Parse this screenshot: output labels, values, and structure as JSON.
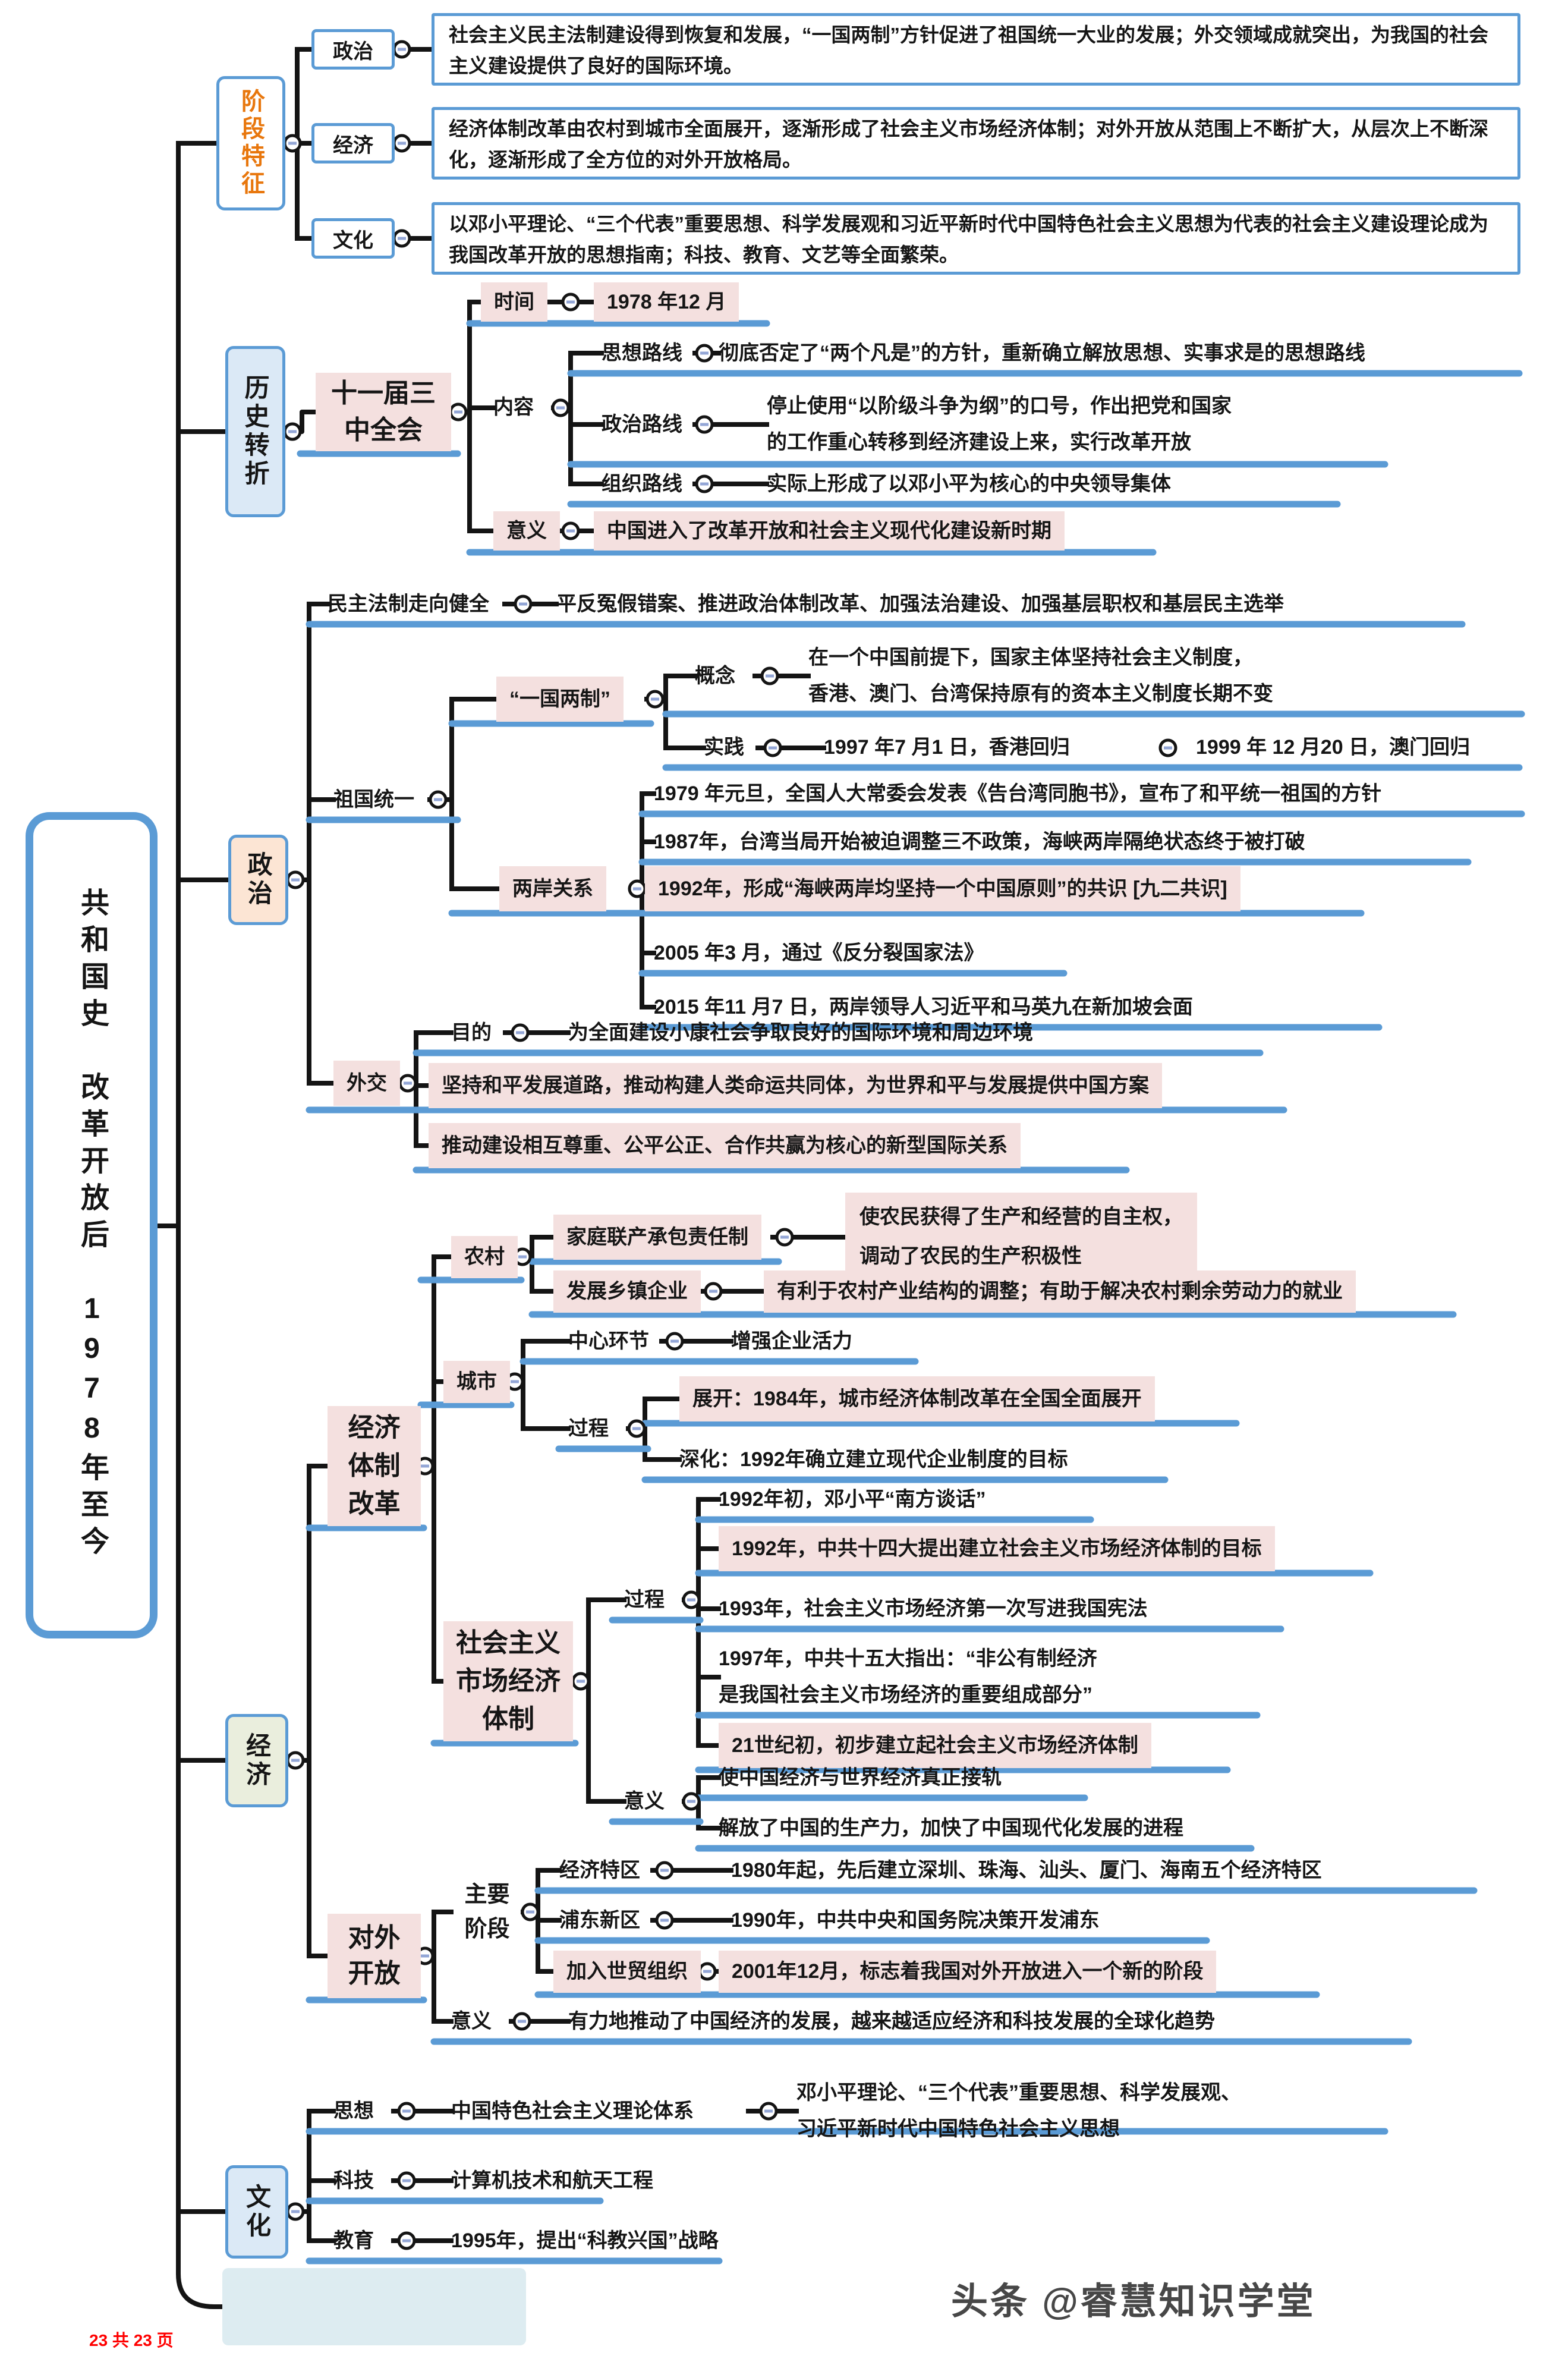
{
  "root_title": "共和国史　改革开放后　1978年至今",
  "stage": {
    "label": "阶段特征",
    "children": [
      {
        "label": "政治",
        "text": "社会主义民主法制建设得到恢复和发展，“一国两制”方针促进了祖国统一大业的发展；外交领域成就突出，为我国的社会主义建设提供了良好的国际环境。"
      },
      {
        "label": "经济",
        "text": "经济体制改革由农村到城市全面展开，逐渐形成了社会主义市场经济体制；对外开放从范围上不断扩大，从层次上不断深化，逐渐形成了全方位的对外开放格局。"
      },
      {
        "label": "文化",
        "text": "以邓小平理论、“三个代表”重要思想、科学发展观和习近平新时代中国特色社会主义思想为代表的社会主义建设理论成为我国改革开放的思想指南；科技、教育、文艺等全面繁荣。"
      }
    ]
  },
  "history": {
    "label": "历史转折",
    "plenum": "十一届三中全会",
    "time": {
      "label": "时间",
      "value": "1978 年12 月"
    },
    "content": {
      "label": "内容",
      "items": [
        {
          "label": "思想路线",
          "text": "彻底否定了“两个凡是”的方针，重新确立解放思想、实事求是的思想路线"
        },
        {
          "label": "政治路线",
          "line1": "停止使用“以阶级斗争为纲”的口号，作出把党和国家",
          "line2": "的工作重心转移到经济建设上来，实行改革开放"
        },
        {
          "label": "组织路线",
          "text": "实际上形成了以邓小平为核心的中央领导集体"
        }
      ]
    },
    "meaning": {
      "label": "意义",
      "text": "中国进入了改革开放和社会主义现代化建设新时期"
    }
  },
  "politics": {
    "label": "政治",
    "legal": {
      "label": "民主法制走向健全",
      "text": "平反冤假错案、推进政治体制改革、加强法治建设、加强基层职权和基层民主选举"
    },
    "reunification": {
      "label": "祖国统一",
      "one_country": {
        "label": "“一国两制”",
        "concept": {
          "label": "概念",
          "line1": "在一个中国前提下，国家主体坚持社会主义制度，",
          "line2": "香港、澳门、台湾保持原有的资本主义制度长期不变"
        },
        "practice": {
          "label": "实践",
          "item1": "1997 年7 月1 日，香港回归",
          "item2": "1999 年 12 月20 日，澳门回归"
        }
      },
      "cross_strait": {
        "label": "两岸关系",
        "events": [
          "1979 年元旦，全国人大常委会发表《告台湾同胞书》，宣布了和平统一祖国的方针",
          "1987年，台湾当局开始被迫调整三不政策，海峡两岸隔绝状态终于被打破",
          "1992年，形成“海峡两岸均坚持一个中国原则”的共识 [九二共识]",
          "2005 年3 月，通过《反分裂国家法》",
          "2015 年11 月7 日，两岸领导人习近平和马英九在新加坡会面"
        ]
      }
    },
    "diplomacy": {
      "label": "外交",
      "purpose": {
        "label": "目的",
        "text": "为全面建设小康社会争取良好的国际环境和周边环境"
      },
      "point1": "坚持和平发展道路，推动构建人类命运共同体，为世界和平与发展提供中国方案",
      "point2": "推动建设相互尊重、公平公正、合作共赢为核心的新型国际关系"
    }
  },
  "economy": {
    "label": "经济",
    "reform": {
      "label": "经济体制改革",
      "rural": {
        "label": "农村",
        "household": {
          "label": "家庭联产承包责任制",
          "line1": "使农民获得了生产和经营的自主权，",
          "line2": "调动了农民的生产积极性"
        },
        "township": {
          "label": "发展乡镇企业",
          "text": "有利于农村产业结构的调整；有助于解决农村剩余劳动力的就业"
        }
      },
      "urban": {
        "label": "城市",
        "core": {
          "label": "中心环节",
          "text": "增强企业活力"
        },
        "process": {
          "label": "过程",
          "start": "展开：1984年，城市经济体制改革在全国全面展开",
          "deepen": "深化：1992年确立建立现代企业制度的目标"
        }
      },
      "market": {
        "label": "社会主义市场经济体制",
        "process": {
          "label": "过程",
          "steps": [
            "1992年初，邓小平“南方谈话”",
            "1992年，中共十四大提出建立社会主义市场经济体制的目标",
            "1993年，社会主义市场经济第一次写进我国宪法",
            {
              "line1": "1997年，中共十五大指出：“非公有制经济",
              "line2": "是我国社会主义市场经济的重要组成部分”"
            },
            "21世纪初，初步建立起社会主义市场经济体制"
          ]
        },
        "meaning": {
          "label": "意义",
          "point1": "使中国经济与世界经济真正接轨",
          "point2": "解放了中国的生产力，加快了中国现代化发展的进程"
        }
      }
    },
    "opening": {
      "label": "对外开放",
      "stages": {
        "label": "主要阶段",
        "sez": {
          "label": "经济特区",
          "text": "1980年起，先后建立深圳、珠海、汕头、厦门、海南五个经济特区"
        },
        "pudong": {
          "label": "浦东新区",
          "text": "1990年，中共中央和国务院决策开发浦东"
        },
        "wto": {
          "label": "加入世贸组织",
          "text": "2001年12月，标志着我国对外开放进入一个新的阶段"
        }
      },
      "meaning": {
        "label": "意义",
        "text": "有力地推动了中国经济的发展，越来越适应经济和科技发展的全球化趋势"
      }
    }
  },
  "culture": {
    "label": "文化",
    "thought": {
      "label": "思想",
      "value": "中国特色社会主义理论体系",
      "line1": "邓小平理论、“三个代表”重要思想、科学发展观、",
      "line2": "习近平新时代中国特色社会主义思想"
    },
    "tech": {
      "label": "科技",
      "text": "计算机技术和航天工程"
    },
    "edu": {
      "label": "教育",
      "text": "1995年，提出“科教兴国”战略"
    }
  },
  "footer": {
    "page": "23 共 23 页",
    "watermark": "头条 @睿慧知识学堂"
  }
}
